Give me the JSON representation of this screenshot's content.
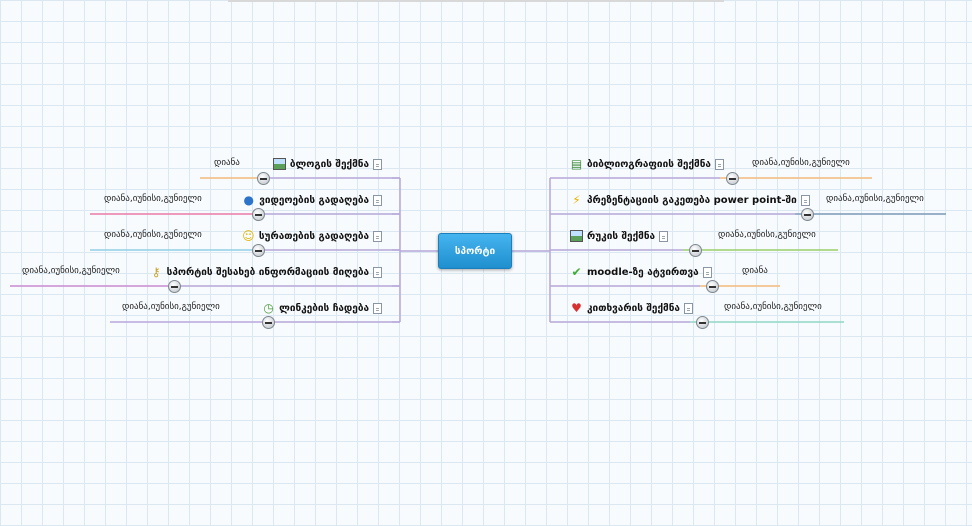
{
  "center": {
    "label": "სპორტი"
  },
  "left_branches": [
    {
      "label": "ბლოგის შექმნა",
      "icon": "photo-icon",
      "sub": "დიანა",
      "color": "#f3b97a"
    },
    {
      "label": "ვიდეოების გადაღება",
      "icon": "speech-bubble-icon",
      "sub": "დიანა,იუნისი,გუნიელი",
      "color": "#ea7aa8"
    },
    {
      "label": "სურათების გადაღება",
      "icon": "smiley-icon",
      "sub": "დიანა,იუნისი,გუნიელი",
      "color": "#8fcfe6"
    },
    {
      "label": "სპორტის შესახებ ინფორმაციის მიღება",
      "icon": "key-icon",
      "sub": "დიანა,იუნისი,გუნიელი",
      "color": "#c98ad0"
    },
    {
      "label": "ლინკების ჩადება",
      "icon": "alarm-clock-icon",
      "sub": "დიანა,იუნისი,გუნიელი",
      "color": "#b8a6dc"
    }
  ],
  "right_branches": [
    {
      "label": "ბიბლიოგრაფიის შექმნა",
      "icon": "book-icon",
      "sub": "დიანა,იუნისი,გუნიელი",
      "color": "#f3b97a"
    },
    {
      "label": "პრეზენტაციის გაკეთება power point-ში",
      "icon": "lightning-icon",
      "sub": "დიანა,იუნისი,გუნიელი",
      "color": "#7a9ab8"
    },
    {
      "label": "რუკის შექმნა",
      "icon": "photo-thumbs-up-icon",
      "sub": "დიანა,იუნისი,გუნიელი",
      "color": "#9ad06a"
    },
    {
      "label": "moodle-ზე ატვირთვა",
      "icon": "checkmark-icon",
      "sub": "დიანა",
      "color": "#f3b97a"
    },
    {
      "label": "კითხვარის შექმნა",
      "icon": "heart-icon",
      "sub": "დიანა,იუნისი,გუნიელი",
      "color": "#8fd6c6"
    }
  ],
  "colors": {
    "branch_line": "#b6a7da",
    "center_fill": "#2a9fe0"
  }
}
